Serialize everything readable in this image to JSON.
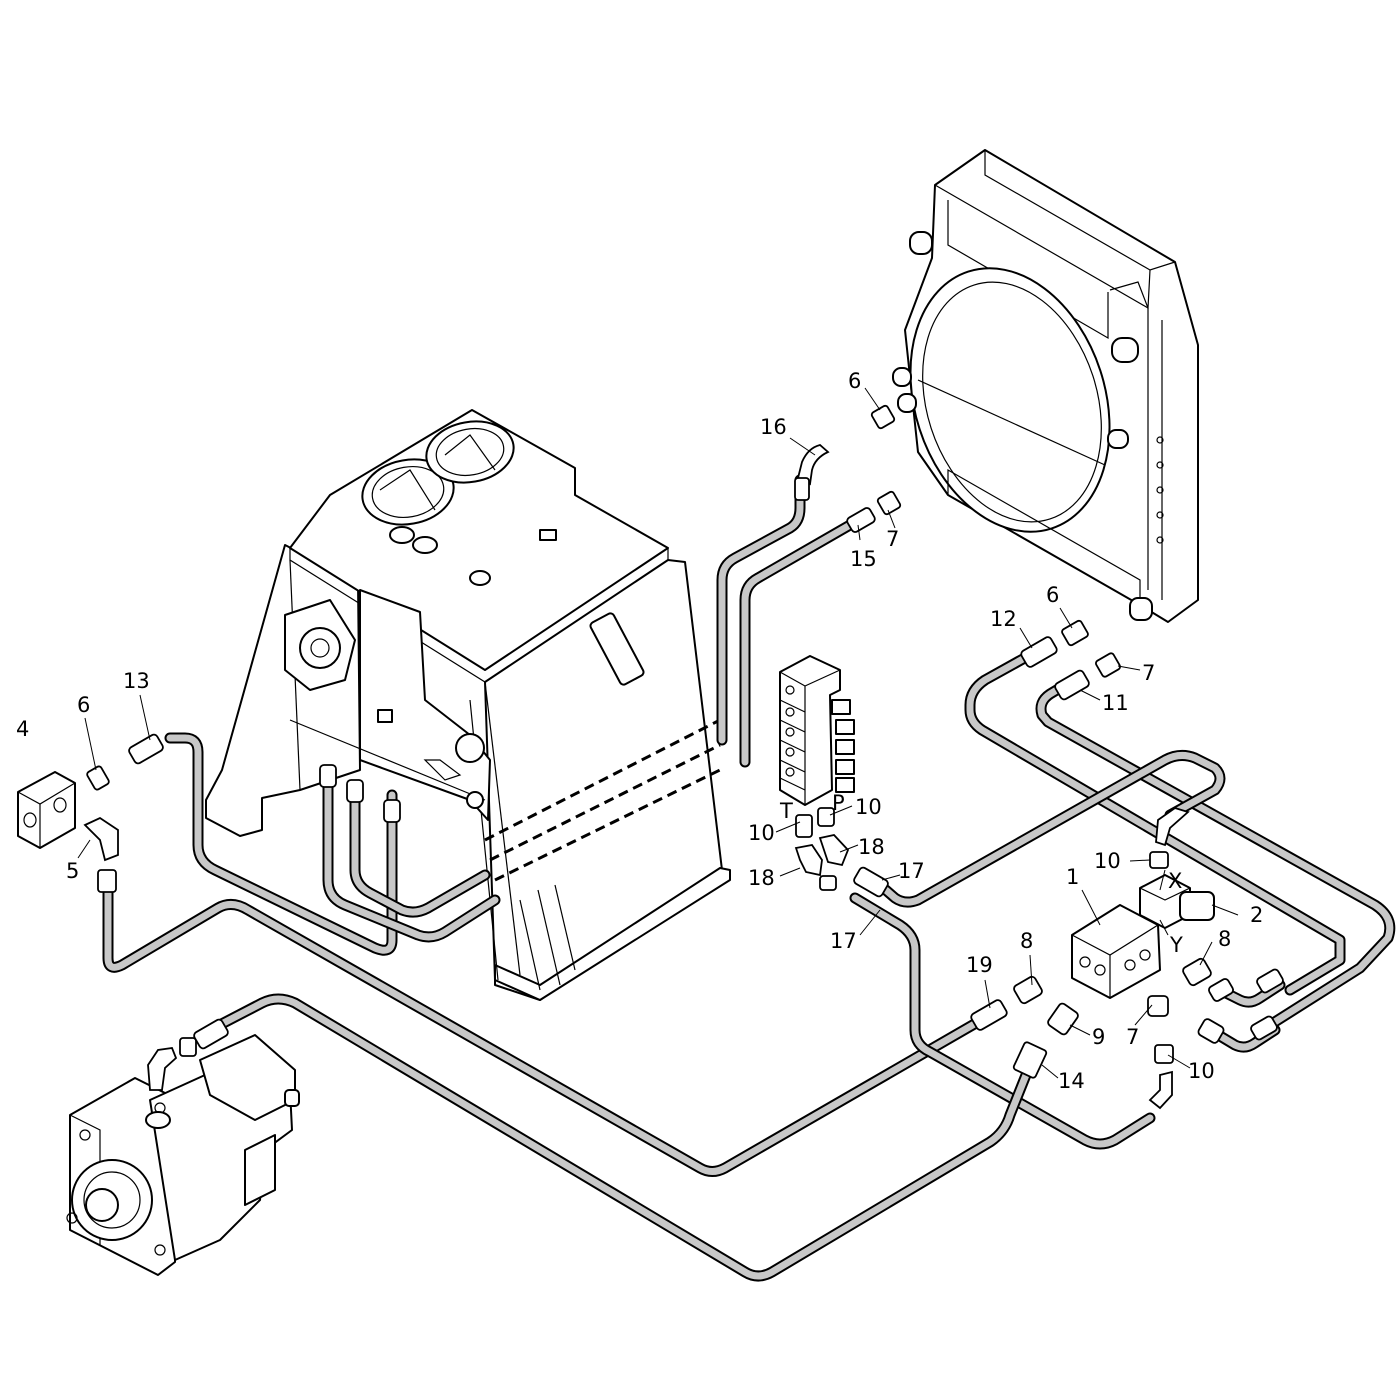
{
  "callouts": [
    {
      "id": "c4",
      "text": "4"
    },
    {
      "id": "c6a",
      "text": "6"
    },
    {
      "id": "c13",
      "text": "13"
    },
    {
      "id": "c5",
      "text": "5"
    },
    {
      "id": "c16",
      "text": "16"
    },
    {
      "id": "c6b",
      "text": "6"
    },
    {
      "id": "c15",
      "text": "15"
    },
    {
      "id": "c7a",
      "text": "7"
    },
    {
      "id": "c12",
      "text": "12"
    },
    {
      "id": "c6c",
      "text": "6"
    },
    {
      "id": "c7b",
      "text": "7"
    },
    {
      "id": "c11",
      "text": "11"
    },
    {
      "id": "cT",
      "text": "T"
    },
    {
      "id": "cP",
      "text": "P"
    },
    {
      "id": "c10a",
      "text": "10"
    },
    {
      "id": "c10b",
      "text": "10"
    },
    {
      "id": "c18a",
      "text": "18"
    },
    {
      "id": "c18b",
      "text": "18"
    },
    {
      "id": "c17a",
      "text": "17"
    },
    {
      "id": "c17b",
      "text": "17"
    },
    {
      "id": "c10c",
      "text": "10"
    },
    {
      "id": "cX",
      "text": "X"
    },
    {
      "id": "c1",
      "text": "1"
    },
    {
      "id": "c2",
      "text": "2"
    },
    {
      "id": "cY",
      "text": "Y"
    },
    {
      "id": "c8a",
      "text": "8"
    },
    {
      "id": "c8b",
      "text": "8"
    },
    {
      "id": "c19",
      "text": "19"
    },
    {
      "id": "c9",
      "text": "9"
    },
    {
      "id": "c7c",
      "text": "7"
    },
    {
      "id": "c10d",
      "text": "10"
    },
    {
      "id": "c14",
      "text": "14"
    }
  ]
}
